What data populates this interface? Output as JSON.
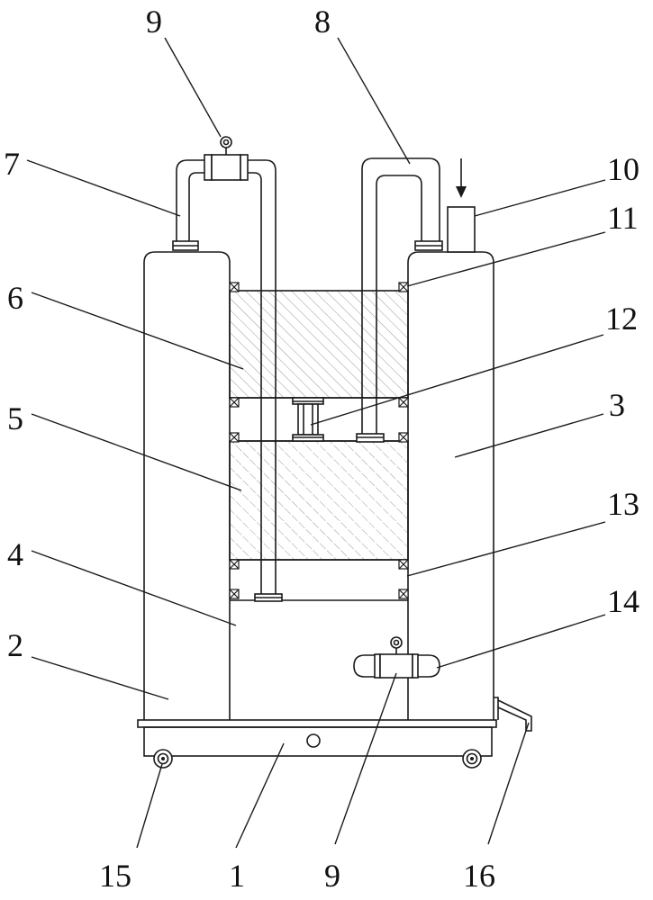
{
  "diagram": {
    "labels": {
      "l1": "1",
      "l2": "2",
      "l3": "3",
      "l4": "4",
      "l5": "5",
      "l6": "6",
      "l7": "7",
      "l8": "8",
      "l9_top": "9",
      "l9_bottom": "9",
      "l10": "10",
      "l11": "11",
      "l12": "12",
      "l13": "13",
      "l14": "14",
      "l15": "15",
      "l16": "16"
    },
    "colors": {
      "line": "#1a1a1a",
      "hatch": "#9a9a9a",
      "background": "#ffffff"
    }
  }
}
